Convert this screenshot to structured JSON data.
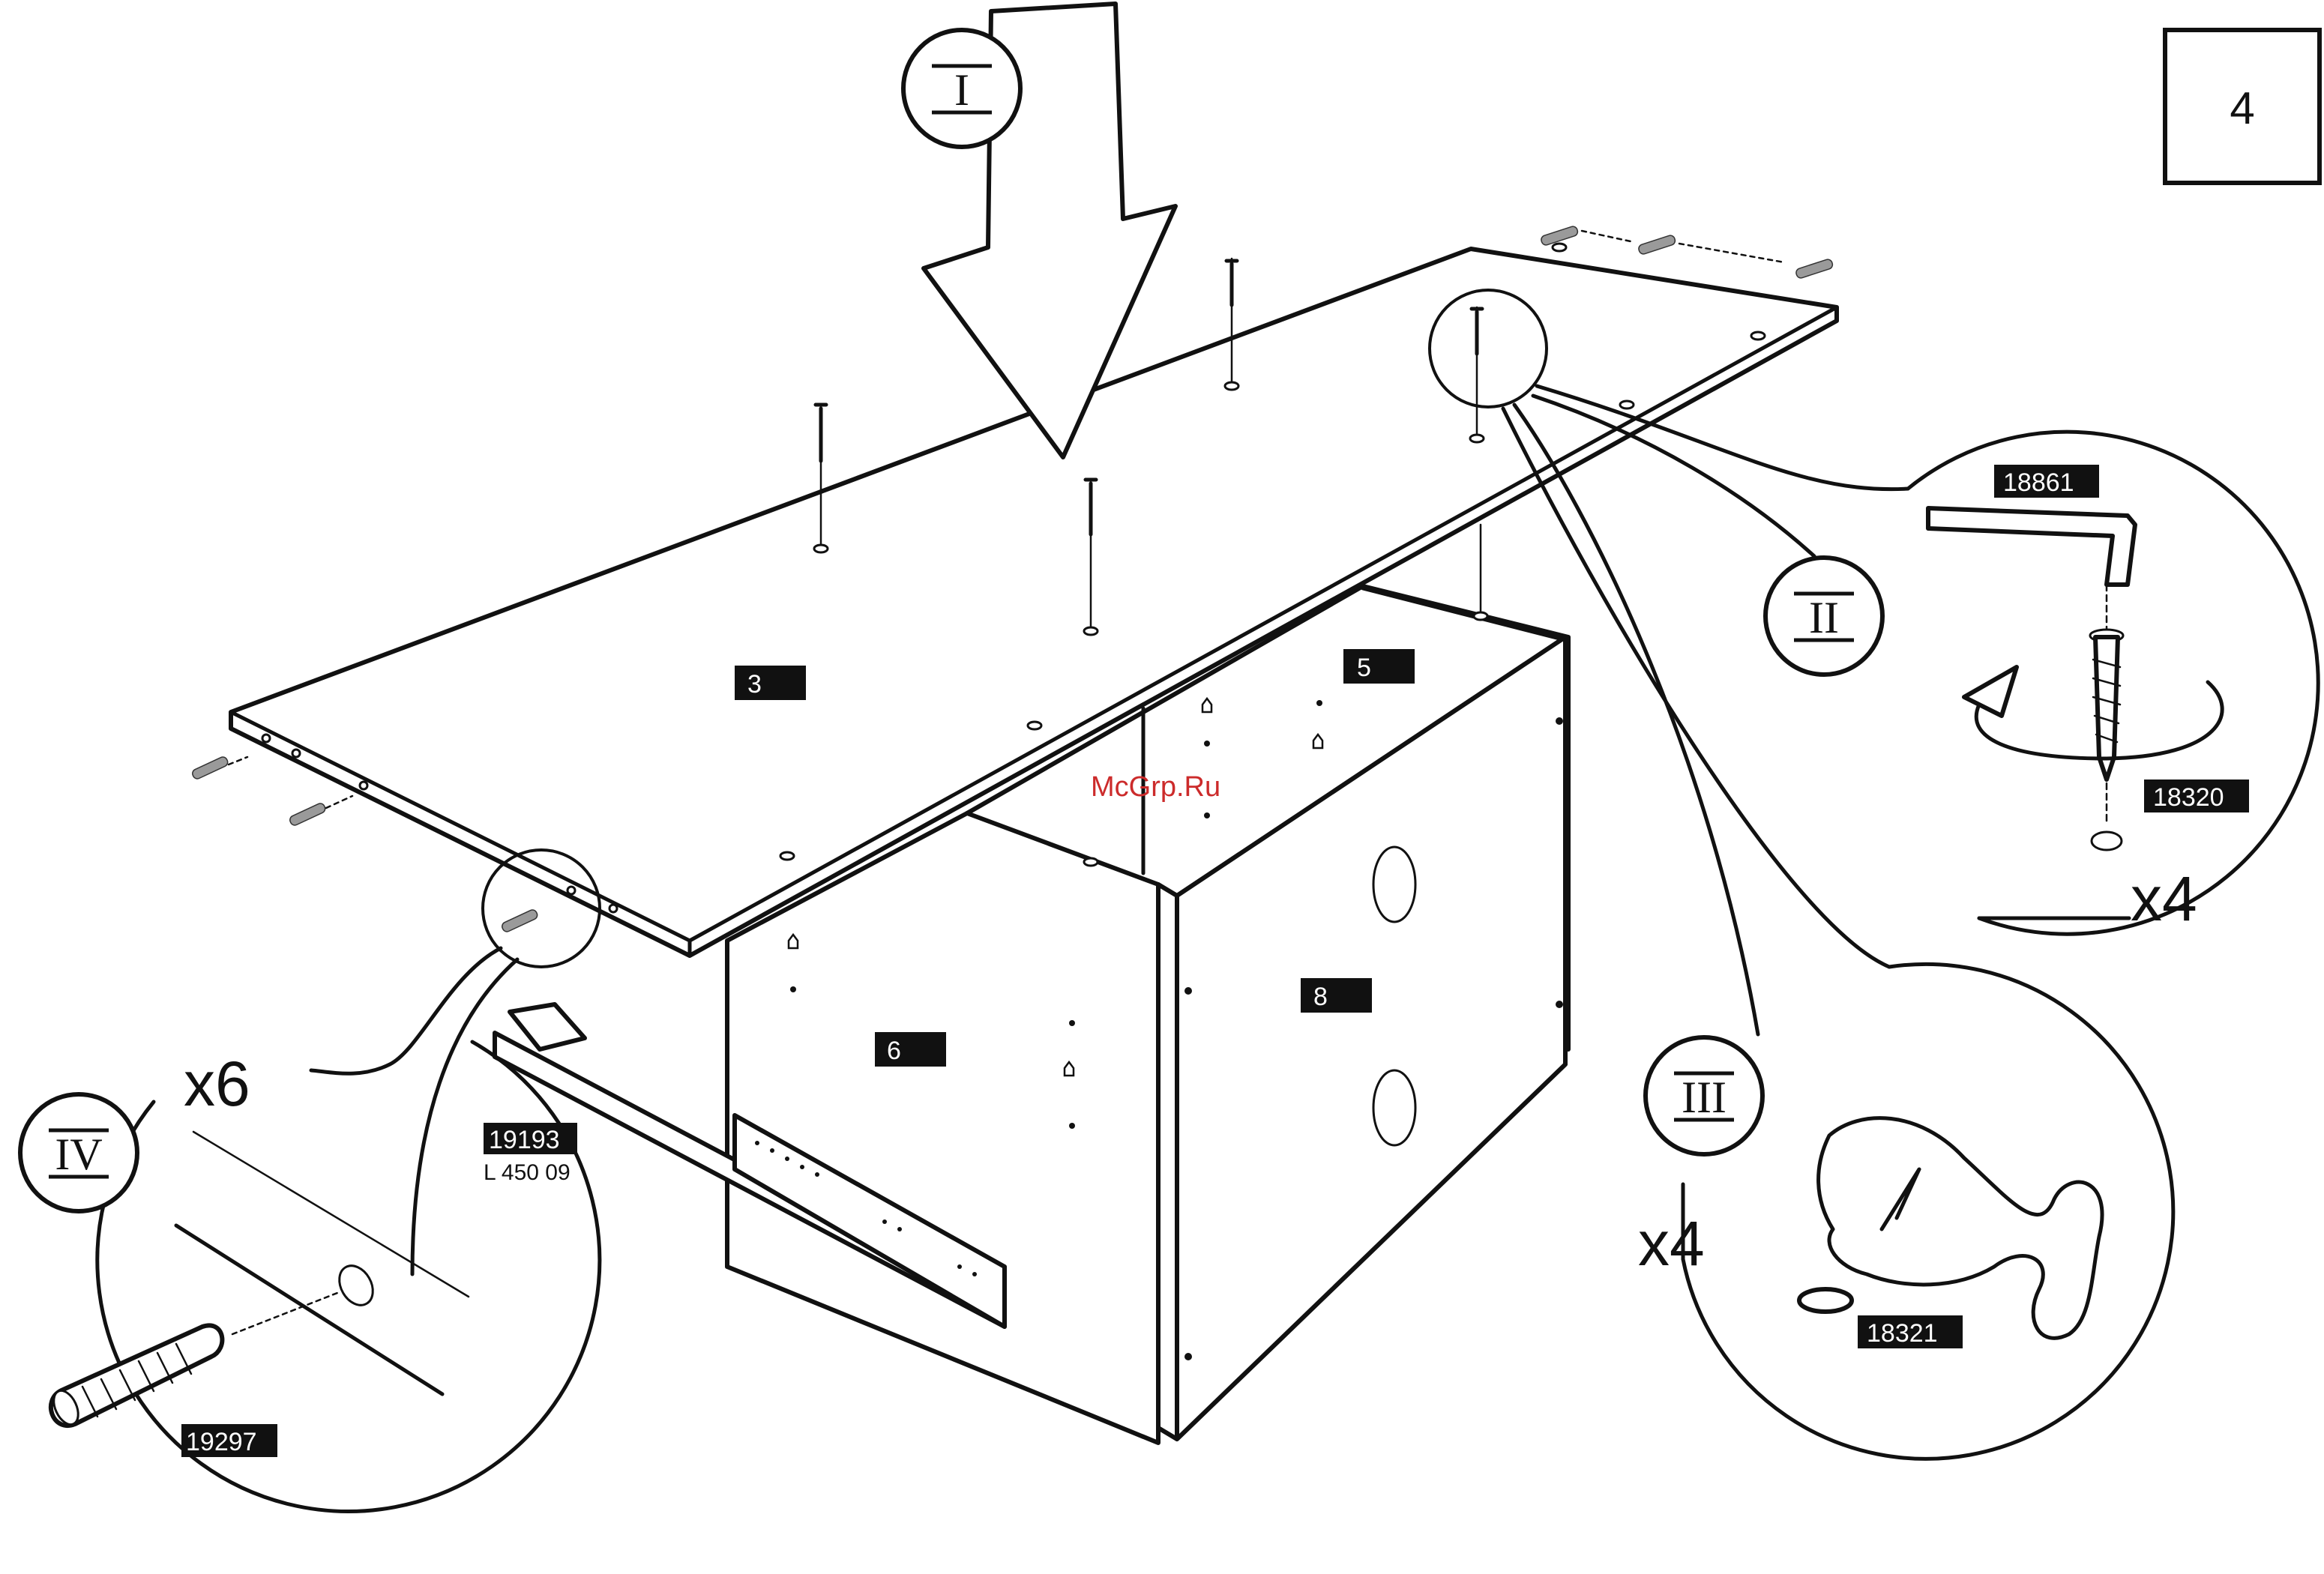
{
  "page_number": "4",
  "watermark": "McGrp.Ru",
  "colors": {
    "ink": "#111111",
    "watermark": "#cc2b2b",
    "background": "#ffffff"
  },
  "panels": {
    "top": "3",
    "back": "5",
    "left_side": "6",
    "front": "8"
  },
  "steps": {
    "step1": "I",
    "step2": "II",
    "step3": "III",
    "step4": "IV"
  },
  "parts": {
    "allen_key": "18861",
    "cam_screw": "18320",
    "pad": "18321",
    "dowel": "19297",
    "drawer_slide": "19193",
    "drawer_slide_sub": "L 450 09"
  },
  "quantities": {
    "screws": "x4",
    "pads": "x4",
    "dowels": "x6"
  },
  "icons": [
    "arrow-down-icon",
    "rotate-arrow-icon",
    "allen-key-icon",
    "screw-icon",
    "dowel-icon",
    "hand-icon"
  ]
}
